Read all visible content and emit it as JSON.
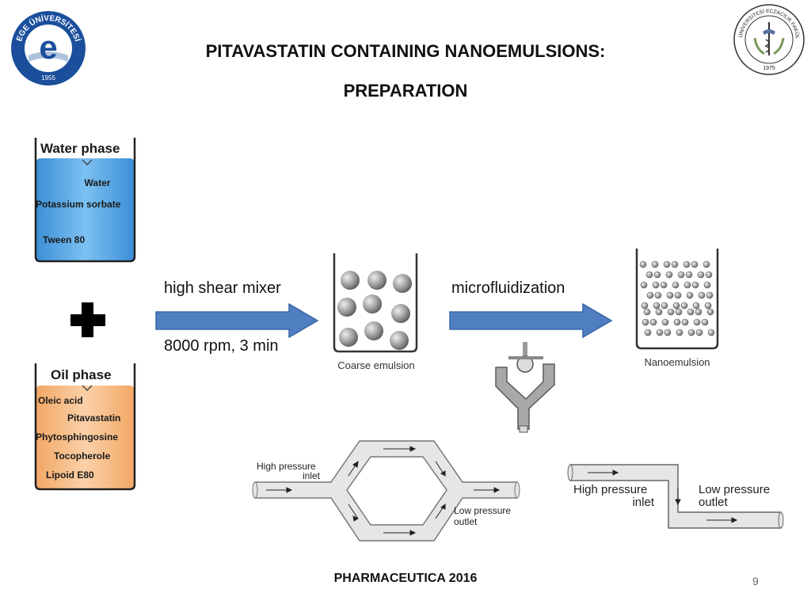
{
  "header": {
    "title_line1": "PITAVASTATIN CONTAINING NANOEMULSIONS:",
    "title_line2": "PREPARATION"
  },
  "logos": {
    "left_logo_text": "EGE ÜNİVERSİTESİ",
    "left_logo_year": "1955",
    "right_logo_text": "EGE ÜNİVERSİTESİ ECZACILIK FAKÜLTESİ",
    "right_logo_year": "1975"
  },
  "water_phase": {
    "title": "Water phase",
    "ingredients": [
      "Water",
      "Potassium sorbate",
      "Tween 80"
    ]
  },
  "oil_phase": {
    "title": "Oil phase",
    "ingredients": [
      "Oleic acid",
      "Pitavastatin",
      "Phytosphingosine",
      "Tocopherole",
      "Lipoid E80"
    ]
  },
  "step1": {
    "label": "high shear mixer",
    "condition": "8000 rpm, 3 min"
  },
  "step2": {
    "label": "microfluidization"
  },
  "beakers": {
    "coarse": "Coarse emulsion",
    "nano": "Nanoemulsion"
  },
  "chamber1": {
    "inlet_line1": "High pressure",
    "inlet_line2": "inlet",
    "outlet_line1": "Low pressure",
    "outlet_line2": "outlet"
  },
  "chamber2": {
    "inlet_line1": "High pressure",
    "inlet_line2": "inlet",
    "outlet_line1": "Low pressure",
    "outlet_line2": "outlet"
  },
  "footer": {
    "text": "PHARMACEUTICA 2016",
    "page": "9"
  },
  "colors": {
    "water": "#5aa9e6",
    "oil": "#f5b27a",
    "arrow": "#4f7fc0",
    "plus": "#000000",
    "logo_blue": "#1b4f9c"
  }
}
